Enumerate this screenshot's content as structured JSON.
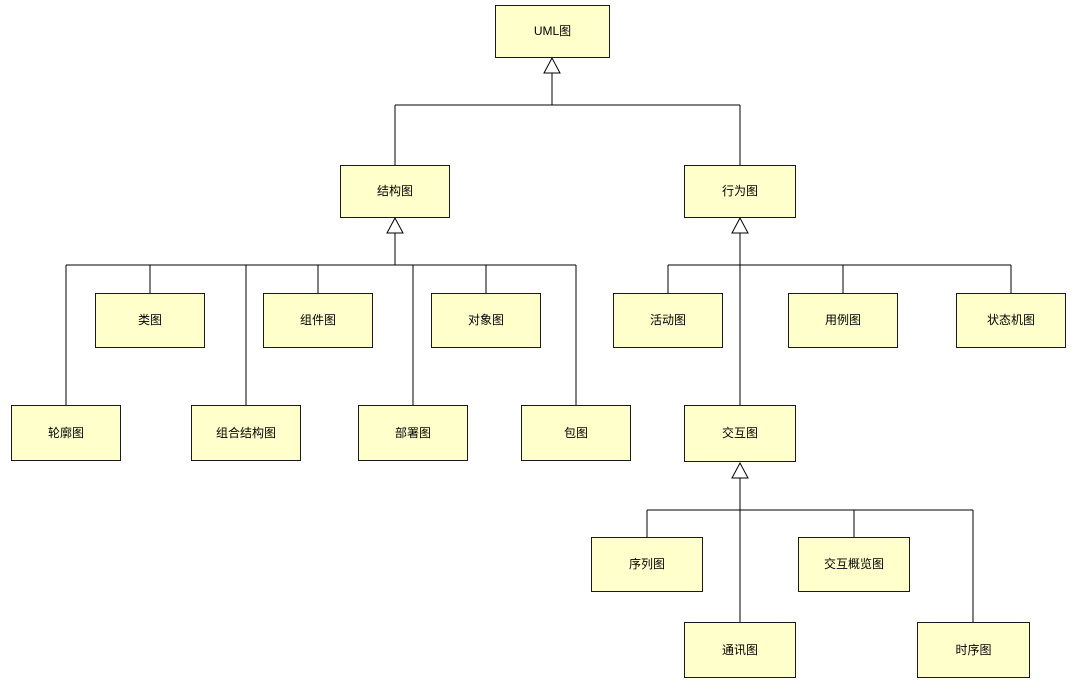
{
  "diagram": {
    "type": "uml-taxonomy-class-diagram",
    "colors": {
      "background": "#FFFFFF",
      "node_fill": "#FFFFCC",
      "node_border": "#1A1A1A",
      "line": "#000000",
      "arrowhead_fill": "#FFFFFF"
    },
    "nodes": {
      "uml": {
        "label": "UML图"
      },
      "structure": {
        "label": "结构图"
      },
      "behavior": {
        "label": "行为图"
      },
      "class": {
        "label": "类图"
      },
      "component": {
        "label": "组件图"
      },
      "object": {
        "label": "对象图"
      },
      "profile": {
        "label": "轮廓图"
      },
      "composite_structure": {
        "label": "组合结构图"
      },
      "deployment": {
        "label": "部署图"
      },
      "package": {
        "label": "包图"
      },
      "activity": {
        "label": "活动图"
      },
      "use_case": {
        "label": "用例图"
      },
      "state_machine": {
        "label": "状态机图"
      },
      "interaction": {
        "label": "交互图"
      },
      "sequence": {
        "label": "序列图"
      },
      "interaction_overview": {
        "label": "交互概览图"
      },
      "communication": {
        "label": "通讯图"
      },
      "timing": {
        "label": "时序图"
      }
    },
    "relationships": [
      {
        "child": "结构图",
        "parent": "UML图",
        "type": "generalization"
      },
      {
        "child": "行为图",
        "parent": "UML图",
        "type": "generalization"
      },
      {
        "child": "类图",
        "parent": "结构图",
        "type": "generalization"
      },
      {
        "child": "组件图",
        "parent": "结构图",
        "type": "generalization"
      },
      {
        "child": "对象图",
        "parent": "结构图",
        "type": "generalization"
      },
      {
        "child": "轮廓图",
        "parent": "结构图",
        "type": "generalization"
      },
      {
        "child": "组合结构图",
        "parent": "结构图",
        "type": "generalization"
      },
      {
        "child": "部署图",
        "parent": "结构图",
        "type": "generalization"
      },
      {
        "child": "包图",
        "parent": "结构图",
        "type": "generalization"
      },
      {
        "child": "活动图",
        "parent": "行为图",
        "type": "generalization"
      },
      {
        "child": "用例图",
        "parent": "行为图",
        "type": "generalization"
      },
      {
        "child": "状态机图",
        "parent": "行为图",
        "type": "generalization"
      },
      {
        "child": "交互图",
        "parent": "行为图",
        "type": "generalization"
      },
      {
        "child": "序列图",
        "parent": "交互图",
        "type": "generalization"
      },
      {
        "child": "交互概览图",
        "parent": "交互图",
        "type": "generalization"
      },
      {
        "child": "通讯图",
        "parent": "交互图",
        "type": "generalization"
      },
      {
        "child": "时序图",
        "parent": "交互图",
        "type": "generalization"
      }
    ]
  }
}
